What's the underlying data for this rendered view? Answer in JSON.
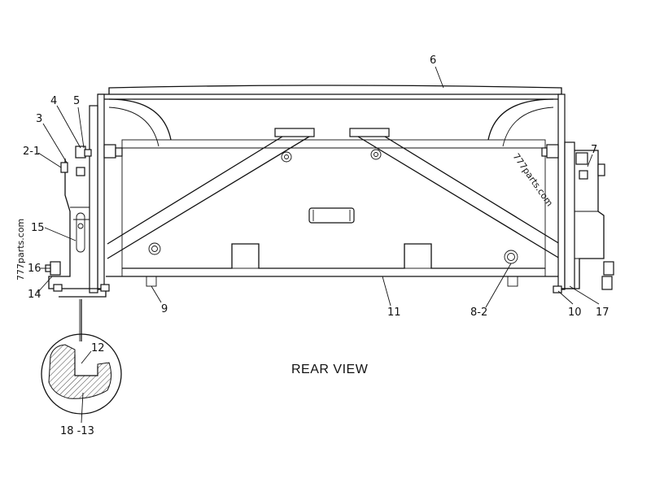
{
  "view_title": "REAR VIEW",
  "callouts": {
    "c6": "6",
    "c4": "4",
    "c5": "5",
    "c3": "3",
    "c2_1": "2-1",
    "c7": "7",
    "c15": "15",
    "c16": "16",
    "c14": "14",
    "c9": "9",
    "c11": "11",
    "c8_2": "8-2",
    "c10": "10",
    "c17": "17",
    "c12": "12",
    "c18_13": "18 -13"
  },
  "watermarks": {
    "left": "777parts.com",
    "center": "777parts.com"
  }
}
